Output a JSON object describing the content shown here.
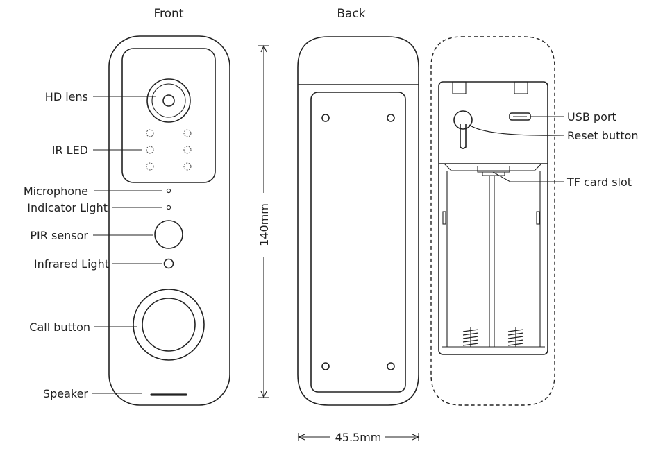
{
  "titles": {
    "front": "Front",
    "back": "Back"
  },
  "labels": {
    "hd_lens": "HD lens",
    "ir_led": "IR LED",
    "microphone": "Microphone",
    "indicator_light": "Indicator Light",
    "pir_sensor": "PIR sensor",
    "infrared_light": "Infrared Light",
    "call_button": "Call button",
    "speaker": "Speaker",
    "usb_port": "USB port",
    "reset_button": "Reset button",
    "tf_card_slot": "TF card slot"
  },
  "dimensions": {
    "height": "140mm",
    "width": "45.5mm"
  }
}
